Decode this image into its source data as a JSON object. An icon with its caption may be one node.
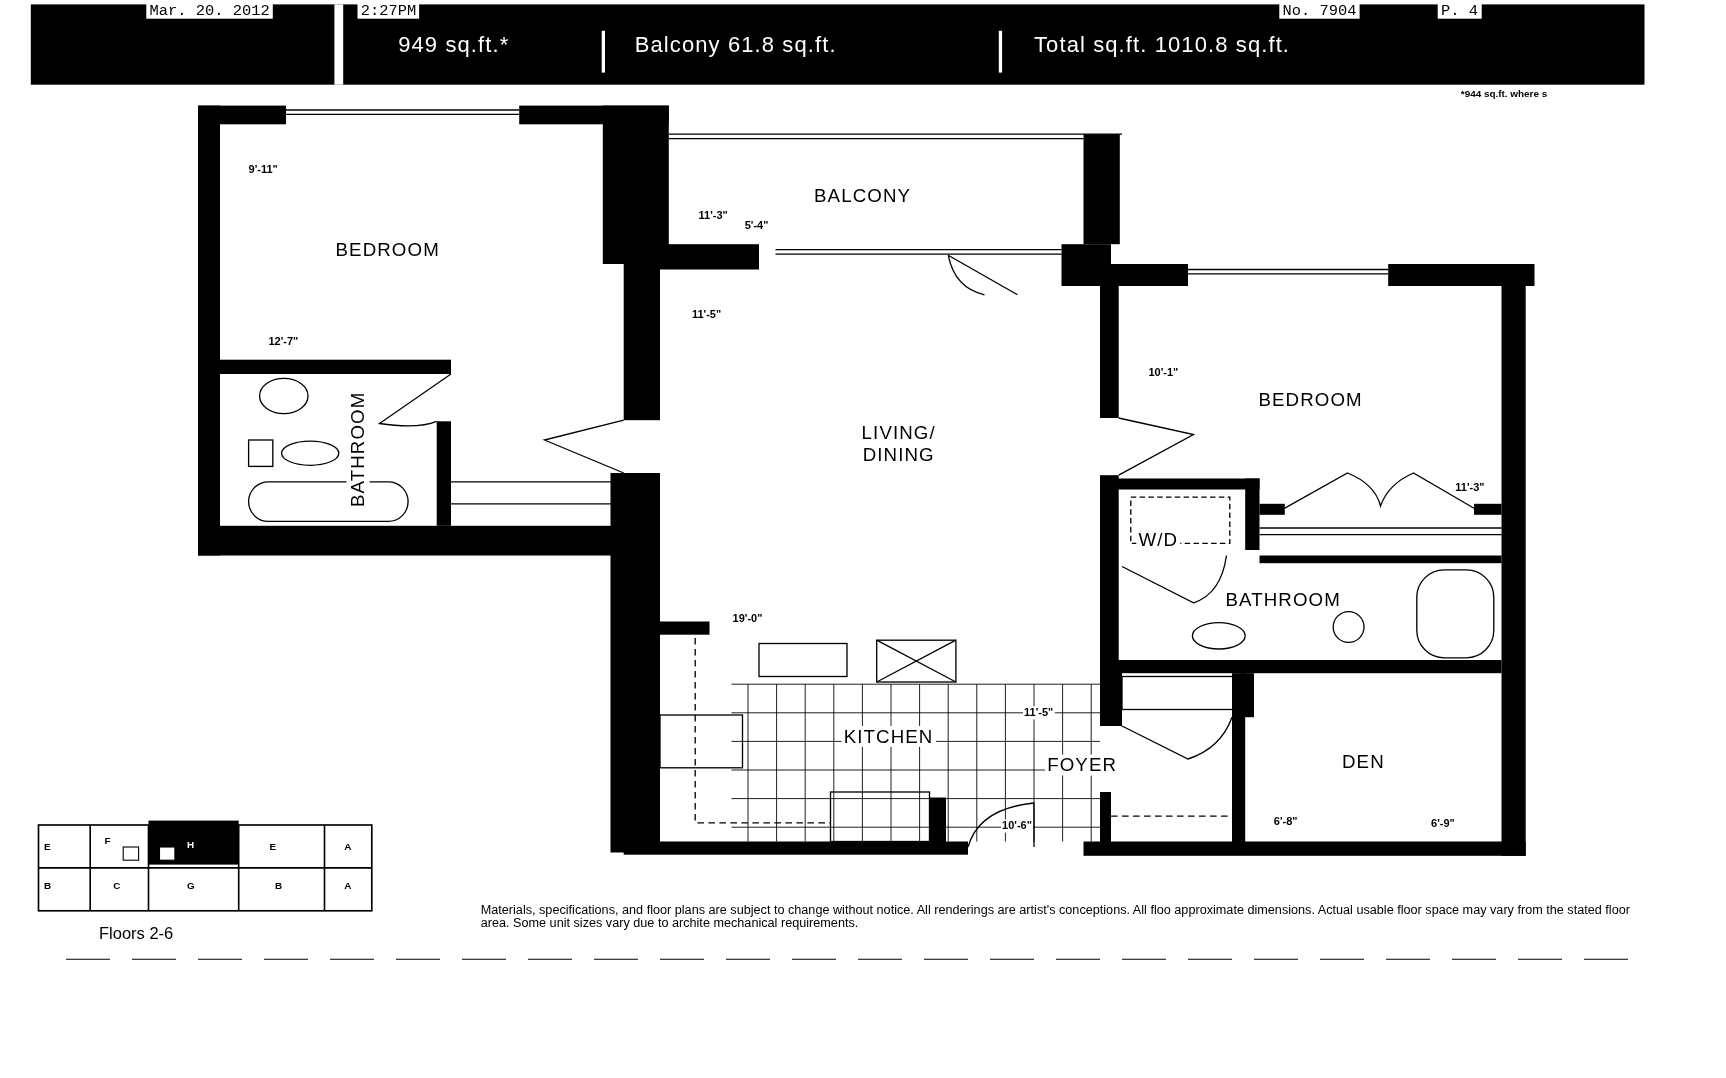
{
  "diagram": {
    "labels": [
      "Mar. 20. 2012",
      "2:27PM",
      "No. 7904",
      "P. 4",
      "949 sq.ft.*",
      "Balcony 61.8 sq.ft.",
      "Total sq.ft. 1010.8 sq.ft.",
      "*944 sq.ft. where s",
      "9'-11\"",
      "BALCONY",
      "11'-3\"",
      "5'-4\"",
      "BEDROOM",
      "11'-5\"",
      "12'-7\"",
      "10'-1\"",
      "BEDROOM",
      "BATHROOM",
      "LIVING/ DINING",
      "11'-3\"",
      "W/D",
      "BATHROOM",
      "19'-0\"",
      "11'-5\"",
      "KITCHEN",
      "FOYER",
      "DEN",
      "10'-6\"",
      "6'-8\"",
      "6'-9\"",
      "E",
      "F",
      "H",
      "E",
      "A",
      "B",
      "C",
      "G",
      "B",
      "A",
      "Floors 2-6",
      "Materials, specifications, and floor plans are subject to change without notice. All renderings are artist's conceptions. All floo approximate dimensions. Actual usable floor space may vary from the stated floor area. Some unit sizes vary due to archite mechanical requirements."
    ]
  }
}
